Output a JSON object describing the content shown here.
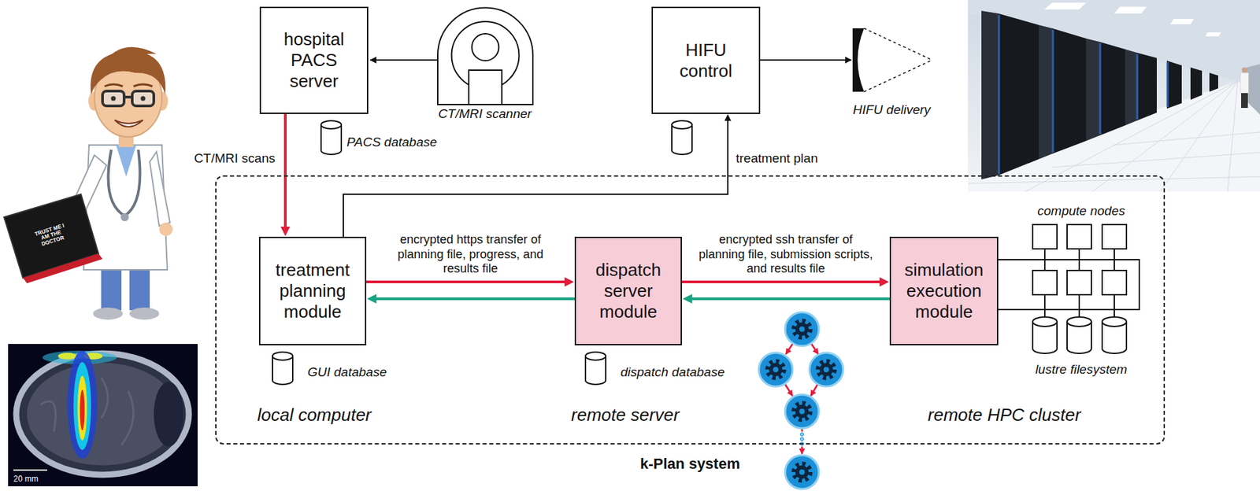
{
  "diagram": {
    "nodes": [
      {
        "text": [
          "hospital PACS server"
        ]
      },
      {
        "text": [
          "HIFU control"
        ]
      },
      {
        "text": [
          "k-Plan system"
        ]
      },
      {
        "text": [
          "treatment planning module"
        ],
        "in": 2
      },
      {
        "text": [
          "dispatch server module"
        ],
        "in": 2
      },
      {
        "text": [
          "simulation execution module"
        ],
        "in": 2
      }
    ],
    "edges": [
      {
        "from": 0,
        "to": 3,
        "arrow": "to",
        "label": "CT/MRI scans"
      },
      {
        "from": 3,
        "to": 1,
        "arrow": "to",
        "label": "treatment plan"
      },
      {
        "from": 3,
        "to": 4,
        "arrow": "to",
        "label": "encrypted https transfer of planning file, progress, and results file"
      },
      {
        "from": 4,
        "to": 3,
        "arrow": "to"
      },
      {
        "from": 4,
        "to": 5,
        "arrow": "to",
        "label": "encrypted ssh transfer of planning file, submission scripts, and results file"
      },
      {
        "from": 5,
        "to": 4,
        "arrow": "to"
      }
    ],
    "labels": [
      "CT/MRI scanner",
      "PACS database",
      "HIFU delivery",
      "compute nodes",
      "GUI database",
      "dispatch database",
      "lustre filesystem",
      "local computer",
      "remote server",
      "remote HPC cluster",
      "20 mm",
      "TRUST ME I AM THE DOCTOR"
    ]
  }
}
